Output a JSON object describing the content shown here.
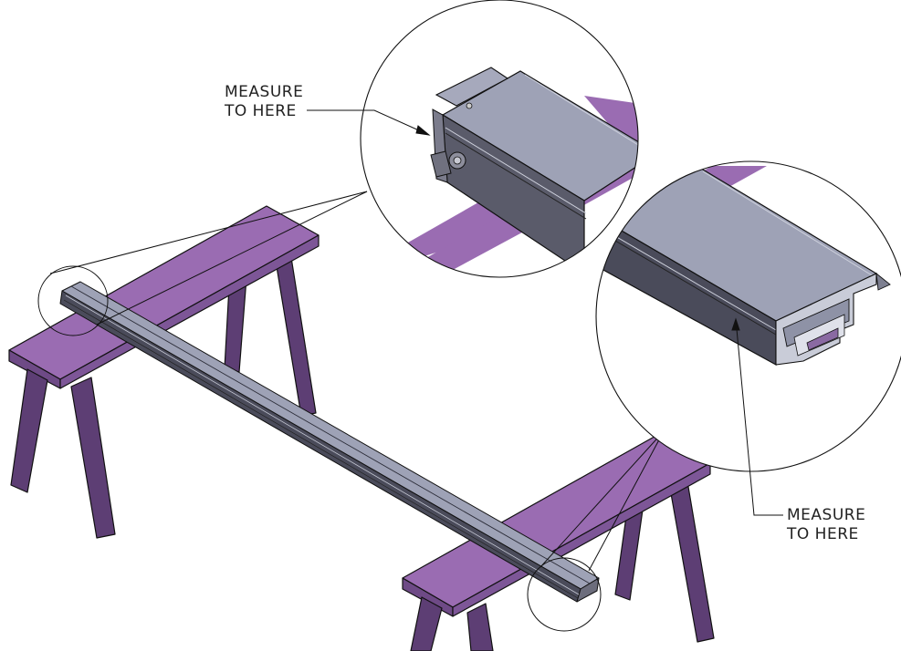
{
  "callouts": {
    "left": {
      "line1": "MEASURE",
      "line2": "TO HERE"
    },
    "right": {
      "line1": "MEASURE",
      "line2": "TO HERE"
    }
  },
  "colors": {
    "sawhorse_top": "#9a6cb2",
    "sawhorse_front": "#6e4a86",
    "sawhorse_leg": "#5d3e74",
    "beam_dark": "#4a4b5a",
    "beam_top": "#9ea2b6",
    "outline": "#111111"
  },
  "icons": [
    "sawhorse",
    "aluminum-extrusion-beam",
    "detail-circle",
    "leader-arrow"
  ]
}
